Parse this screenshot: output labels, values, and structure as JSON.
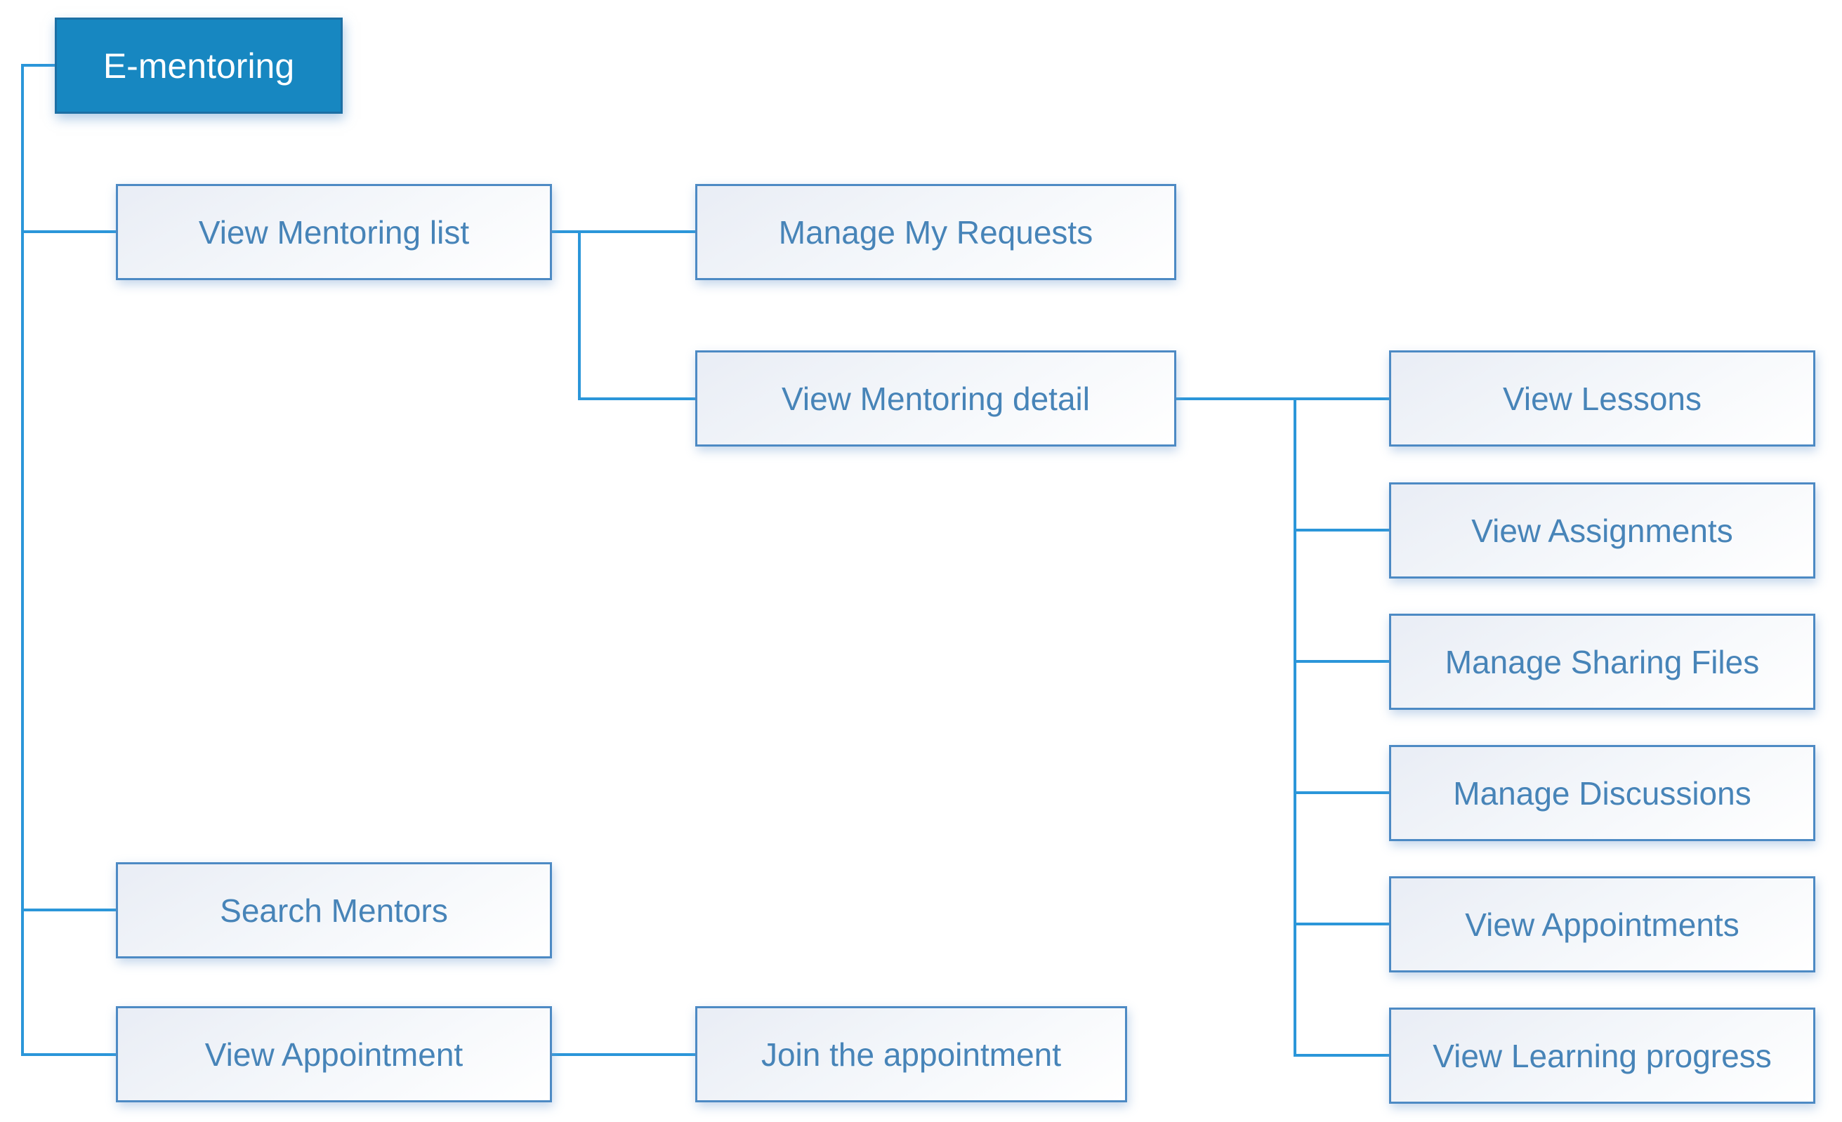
{
  "title": "E-mentoring feature hierarchy diagram",
  "colors": {
    "background": "#ffffff",
    "root_fill": "#1787c1",
    "root_border": "#1c6fa4",
    "root_text": "#ffffff",
    "node_fill_start": "#e9edf5",
    "node_fill_end": "#ffffff",
    "node_border": "#4d8ac4",
    "node_text": "#4784b8",
    "connector": "#2b96d9"
  },
  "nodes": {
    "root": {
      "label": "E-mentoring"
    },
    "view_mentoring_list": {
      "label": "View Mentoring list"
    },
    "manage_my_requests": {
      "label": "Manage My Requests"
    },
    "view_mentoring_detail": {
      "label": "View Mentoring detail"
    },
    "view_lessons": {
      "label": "View Lessons"
    },
    "view_assignments": {
      "label": "View Assignments"
    },
    "manage_sharing_files": {
      "label": "Manage Sharing Files"
    },
    "manage_discussions": {
      "label": "Manage Discussions"
    },
    "view_appointments": {
      "label": "View Appointments"
    },
    "view_learning_progress": {
      "label": "View Learning progress"
    },
    "search_mentors": {
      "label": "Search Mentors"
    },
    "view_appointment": {
      "label": "View Appointment"
    },
    "join_the_appointment": {
      "label": "Join the appointment"
    }
  },
  "edges": [
    {
      "from": "E-mentoring",
      "to": "View Mentoring list"
    },
    {
      "from": "E-mentoring",
      "to": "Search Mentors"
    },
    {
      "from": "E-mentoring",
      "to": "View Appointment"
    },
    {
      "from": "View Mentoring list",
      "to": "Manage My Requests"
    },
    {
      "from": "View Mentoring list",
      "to": "View Mentoring detail"
    },
    {
      "from": "View Mentoring detail",
      "to": "View Lessons"
    },
    {
      "from": "View Mentoring detail",
      "to": "View Assignments"
    },
    {
      "from": "View Mentoring detail",
      "to": "Manage Sharing Files"
    },
    {
      "from": "View Mentoring detail",
      "to": "Manage Discussions"
    },
    {
      "from": "View Mentoring detail",
      "to": "View Appointments"
    },
    {
      "from": "View Mentoring detail",
      "to": "View Learning progress"
    },
    {
      "from": "View Appointment",
      "to": "Join the appointment"
    }
  ]
}
